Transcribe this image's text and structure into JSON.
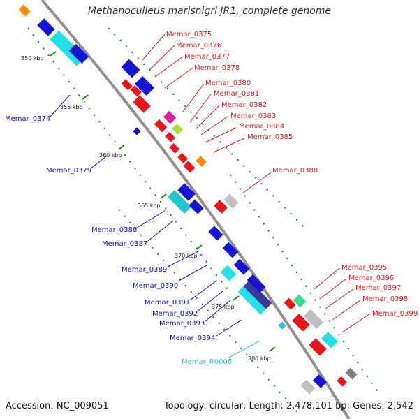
{
  "title": "Methanoculleus marisnigri JR1, complete genome",
  "footer": {
    "accession": "Accession: NC_009051",
    "summary": "Topology: circular; Length: 2,478,101 bp; Genes: 2,542"
  },
  "colors": {
    "forward_label": "#e8151b",
    "reverse_label": "#1010c0",
    "rna_label": "#28c8d8",
    "backbone": "#909090",
    "tick": "#1a8a1a"
  },
  "kbp_ticks": [
    "350 kbp",
    "355 kbp",
    "360 kbp",
    "365 kbp",
    "370 kbp",
    "375 kbp",
    "380 kbp"
  ],
  "genes_forward": [
    "Memar_0375",
    "Memar_0376",
    "Memar_0377",
    "Memar_0378",
    "Memar_0380",
    "Memar_0381",
    "Memar_0382",
    "Memar_0383",
    "Memar_0384",
    "Memar_0385",
    "Memar_0388",
    "Memar_0395",
    "Memar_0396",
    "Memar_0397",
    "Memar_0398",
    "Memar_0399"
  ],
  "genes_reverse": [
    "Memar_0374",
    "Memar_0379",
    "Memar_0386",
    "Memar_0387",
    "Memar_0389",
    "Memar_0390",
    "Memar_0391",
    "Memar_0392",
    "Memar_0393",
    "Memar_0394"
  ],
  "genes_rna": [
    "Memar_R0006"
  ]
}
